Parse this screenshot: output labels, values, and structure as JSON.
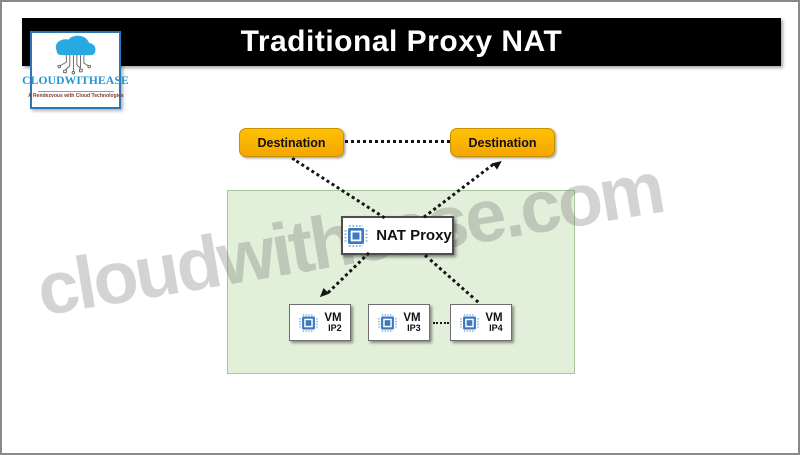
{
  "page": {
    "title": "Traditional Proxy NAT"
  },
  "logo": {
    "name": "CLOUDWITHEASE",
    "tagline": "A Rendezvous with Cloud Technologies",
    "brand_text_color": "#2196d3",
    "cloud_color": "#29a9e1",
    "border_color": "#2e75b6"
  },
  "watermark": {
    "text": "cloudwithease.com"
  },
  "diagram": {
    "destinations": [
      {
        "label": "Destination"
      },
      {
        "label": "Destination"
      }
    ],
    "nat_proxy": {
      "label": "NAT Proxy"
    },
    "vms": [
      {
        "name": "VM",
        "ip": "IP2"
      },
      {
        "name": "VM",
        "ip": "IP3"
      },
      {
        "name": "VM",
        "ip": "IP4"
      }
    ],
    "colors": {
      "destination_fill": "#fcb000",
      "destination_border": "#c88f00",
      "zone_fill": "#e2efd9",
      "zone_border": "#a9c79a",
      "chip_blue": "#3e79bf",
      "chip_pin_blue": "#85b4e0",
      "line_color": "#141414",
      "header_bg": "#000000",
      "header_text": "#ffffff"
    }
  }
}
